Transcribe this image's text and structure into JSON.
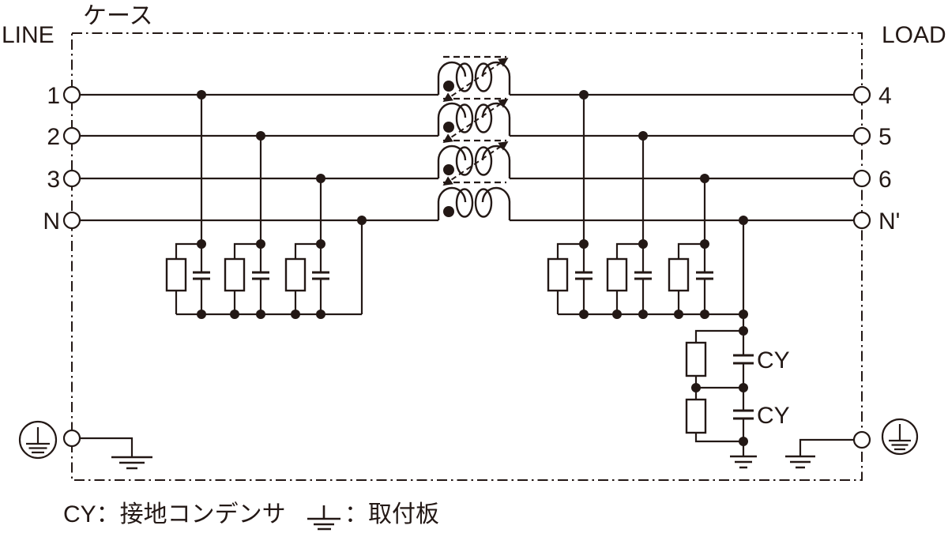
{
  "diagram": {
    "title": "ケース",
    "side_labels": {
      "line": "LINE",
      "load": "LOAD"
    },
    "line_terminals": [
      "1",
      "2",
      "3",
      "N"
    ],
    "load_terminals": [
      "4",
      "5",
      "6",
      "N'"
    ],
    "cy_capacitor_labels": [
      "CY",
      "CY"
    ],
    "legend": {
      "cy": "CY：接地コンデンサ",
      "mount": "：取付板"
    },
    "colors": {
      "ink": "#231815",
      "background": "#ffffff"
    }
  }
}
